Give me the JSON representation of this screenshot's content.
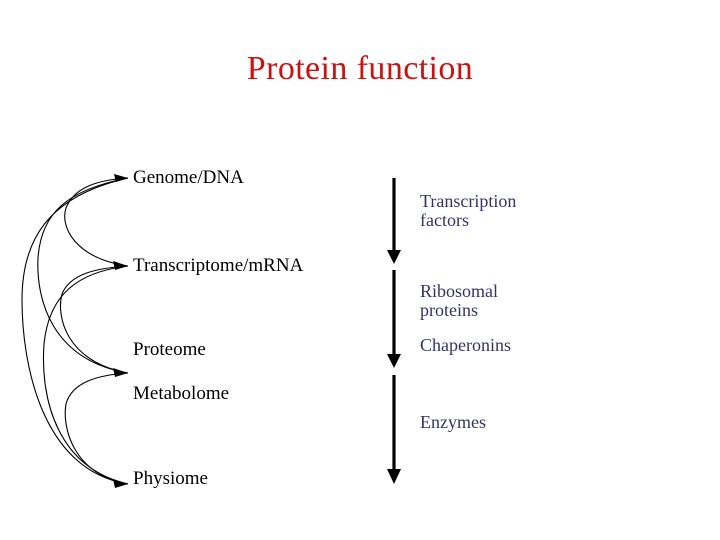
{
  "slide": {
    "title": "Protein function",
    "title_color": "#cc1111",
    "background_color": "#ffffff"
  },
  "levels": [
    {
      "label": "Genome/DNA"
    },
    {
      "label": "Transcriptome/mRNA"
    },
    {
      "label": "Proteome"
    },
    {
      "label": "Metabolome"
    },
    {
      "label": "Physiome"
    }
  ],
  "products": [
    {
      "line1": "Transcription",
      "line2": "factors"
    },
    {
      "line1": "Ribosomal",
      "line2": "proteins"
    },
    {
      "line1": "Chaperonins",
      "line2": ""
    },
    {
      "line1": "Enzymes",
      "line2": ""
    }
  ],
  "colors": {
    "level_text": "#000000",
    "product_text": "#333366",
    "arrow": "#000000",
    "arc": "#000000"
  }
}
